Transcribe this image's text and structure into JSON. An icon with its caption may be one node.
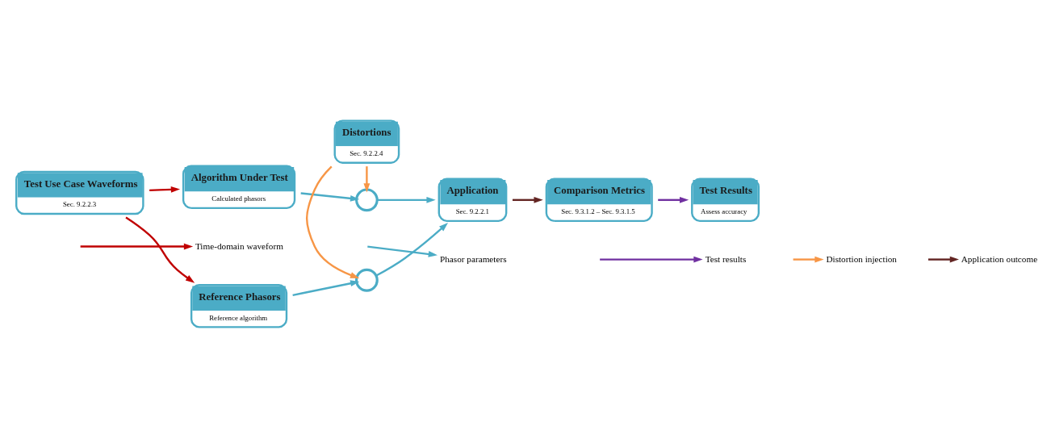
{
  "diagram": {
    "nodes": [
      {
        "text": [
          "Test Use Case Waveforms",
          "Sec. 9.2.2.3"
        ]
      },
      {
        "text": [
          "Algorithm Under Test",
          "Calculated phasors"
        ]
      },
      {
        "text": [
          "Reference Phasors",
          "Reference algorithm"
        ]
      },
      {
        "text": [
          "Distortions",
          "Sec. 9.2.2.4"
        ]
      },
      {
        "text": [],
        "shape": "circle"
      },
      {
        "text": [],
        "shape": "circle"
      },
      {
        "text": [
          "Application",
          "Sec. 9.2.2.1"
        ]
      },
      {
        "text": [
          "Comparison Metrics",
          "Sec. 9.3.1.2 – Sec. 9.3.1.5"
        ]
      },
      {
        "text": [
          "Test Results",
          "Assess accuracy"
        ]
      }
    ],
    "edges": [
      {
        "from": 0,
        "to": 1,
        "arrow": "to",
        "color": "#c00000"
      },
      {
        "from": 0,
        "to": 2,
        "arrow": "to",
        "color": "#c00000"
      },
      {
        "from": 1,
        "to": 4,
        "arrow": "to"
      },
      {
        "from": 3,
        "to": 4,
        "arrow": "to",
        "color": "#f79646"
      },
      {
        "from": 3,
        "to": 5,
        "arrow": "to",
        "color": "#f79646"
      },
      {
        "from": 2,
        "to": 5,
        "arrow": "to"
      },
      {
        "from": 4,
        "to": 6,
        "arrow": "to"
      },
      {
        "from": 5,
        "to": 6,
        "arrow": "to"
      },
      {
        "from": 6,
        "to": 7,
        "arrow": "to",
        "color": "#632523"
      },
      {
        "from": 7,
        "to": 8,
        "arrow": "to",
        "color": "#7030a0"
      }
    ],
    "legend": [
      {
        "text": "Time-domain waveform"
      },
      {
        "text": "Phasor parameters"
      },
      {
        "text": "Test results"
      },
      {
        "text": "Distortion injection"
      },
      {
        "text": "Application outcome"
      }
    ]
  }
}
